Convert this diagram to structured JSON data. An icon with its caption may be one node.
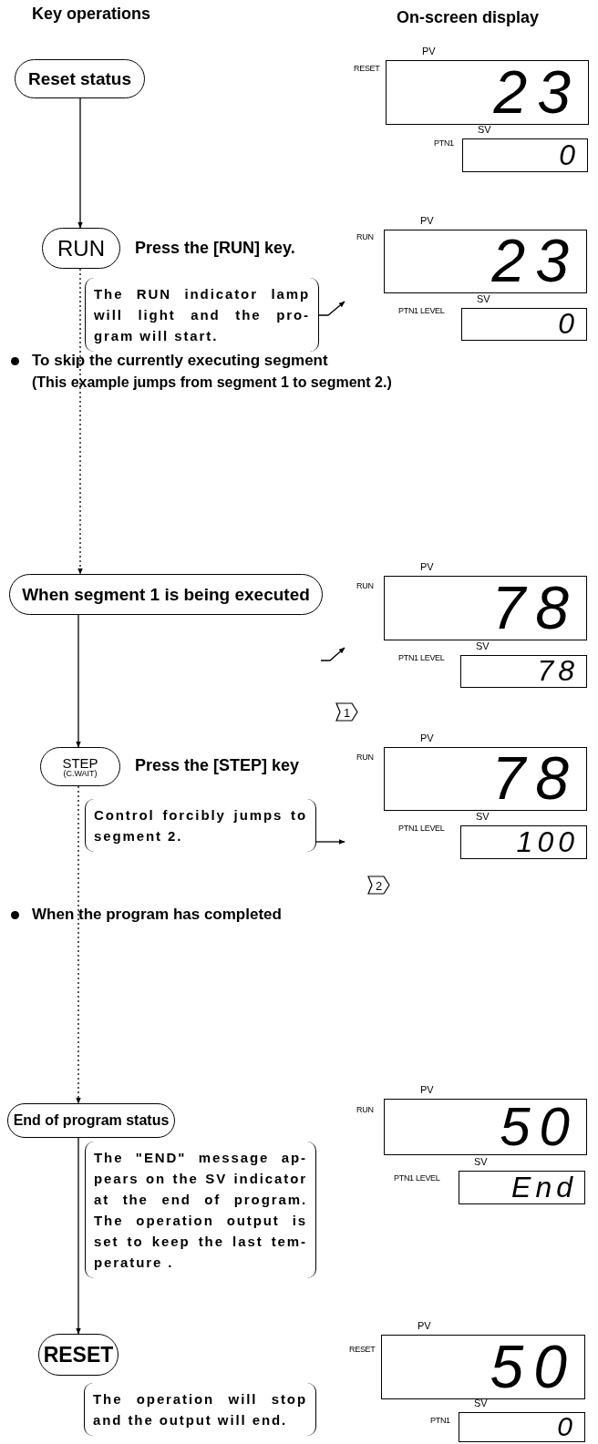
{
  "diagram": {
    "nodes": [
      {
        "text": [
          "Reset status"
        ]
      },
      {
        "text": [
          "PV",
          "23"
        ],
        "beside": [
          "RESET"
        ]
      },
      {
        "text": [
          "SV",
          "0"
        ],
        "beside": [
          "PTN1"
        ]
      },
      {
        "text": [
          "RUN"
        ],
        "beside": [
          "Press the [RUN] key."
        ]
      },
      {
        "text": [
          "PV",
          "23"
        ],
        "beside": [
          "RUN"
        ]
      },
      {
        "text": [
          "The RUN indicator lamp will light and the pro- gram will start."
        ]
      },
      {
        "text": [
          "SV",
          "0"
        ],
        "beside": [
          "PTN1 LEVEL"
        ]
      },
      {
        "text": [
          "When segment 1 is being executed"
        ]
      },
      {
        "text": [
          "PV",
          "78"
        ],
        "beside": [
          "RUN"
        ]
      },
      {
        "text": [
          "SV",
          "78"
        ],
        "beside": [
          "PTN1 LEVEL"
        ]
      },
      {
        "text": [
          "1"
        ]
      },
      {
        "text": [
          "STEP",
          "(C.WAIT)"
        ],
        "beside": [
          "Press the [STEP] key"
        ]
      },
      {
        "text": [
          "PV",
          "78"
        ],
        "beside": [
          "RUN"
        ]
      },
      {
        "text": [
          "Control forcibly jumps to segment 2."
        ]
      },
      {
        "text": [
          "SV",
          "100"
        ],
        "beside": [
          "PTN1 LEVEL"
        ]
      },
      {
        "text": [
          "2"
        ]
      },
      {
        "text": [
          "End of program status"
        ]
      },
      {
        "text": [
          "PV",
          "50"
        ],
        "beside": [
          "RUN"
        ]
      },
      {
        "text": [
          "The \"END\" message ap- pears on the SV indicator at the end of program. The operation output is set to keep the last tem- perature ."
        ]
      },
      {
        "text": [
          "SV",
          "End"
        ],
        "beside": [
          "PTN1 LEVEL"
        ]
      },
      {
        "text": [
          "RESET"
        ]
      },
      {
        "text": [
          "PV",
          "50"
        ],
        "beside": [
          "RESET"
        ]
      },
      {
        "text": [
          "The operation will stop and the output will end."
        ]
      },
      {
        "text": [
          "SV",
          "0"
        ],
        "beside": [
          "PTN1"
        ]
      }
    ],
    "edges": [
      {
        "from": 0,
        "to": 3,
        "arrow": "to"
      },
      {
        "from": 3,
        "to": 7,
        "arrow": "to",
        "style": "dashed"
      },
      {
        "from": 7,
        "to": 11,
        "arrow": "to"
      },
      {
        "from": 11,
        "to": 16,
        "arrow": "to",
        "style": "dashed"
      },
      {
        "from": 16,
        "to": 20,
        "arrow": "to"
      },
      {
        "from": 5,
        "to": null,
        "arrow": "to"
      },
      {
        "from": 13,
        "to": null,
        "arrow": "to"
      }
    ],
    "labels": [
      "Key operations",
      "On-screen display",
      "To skip the currently executing segment",
      "(This example jumps from segment 1 to segment 2.)",
      "When the program has completed"
    ]
  }
}
